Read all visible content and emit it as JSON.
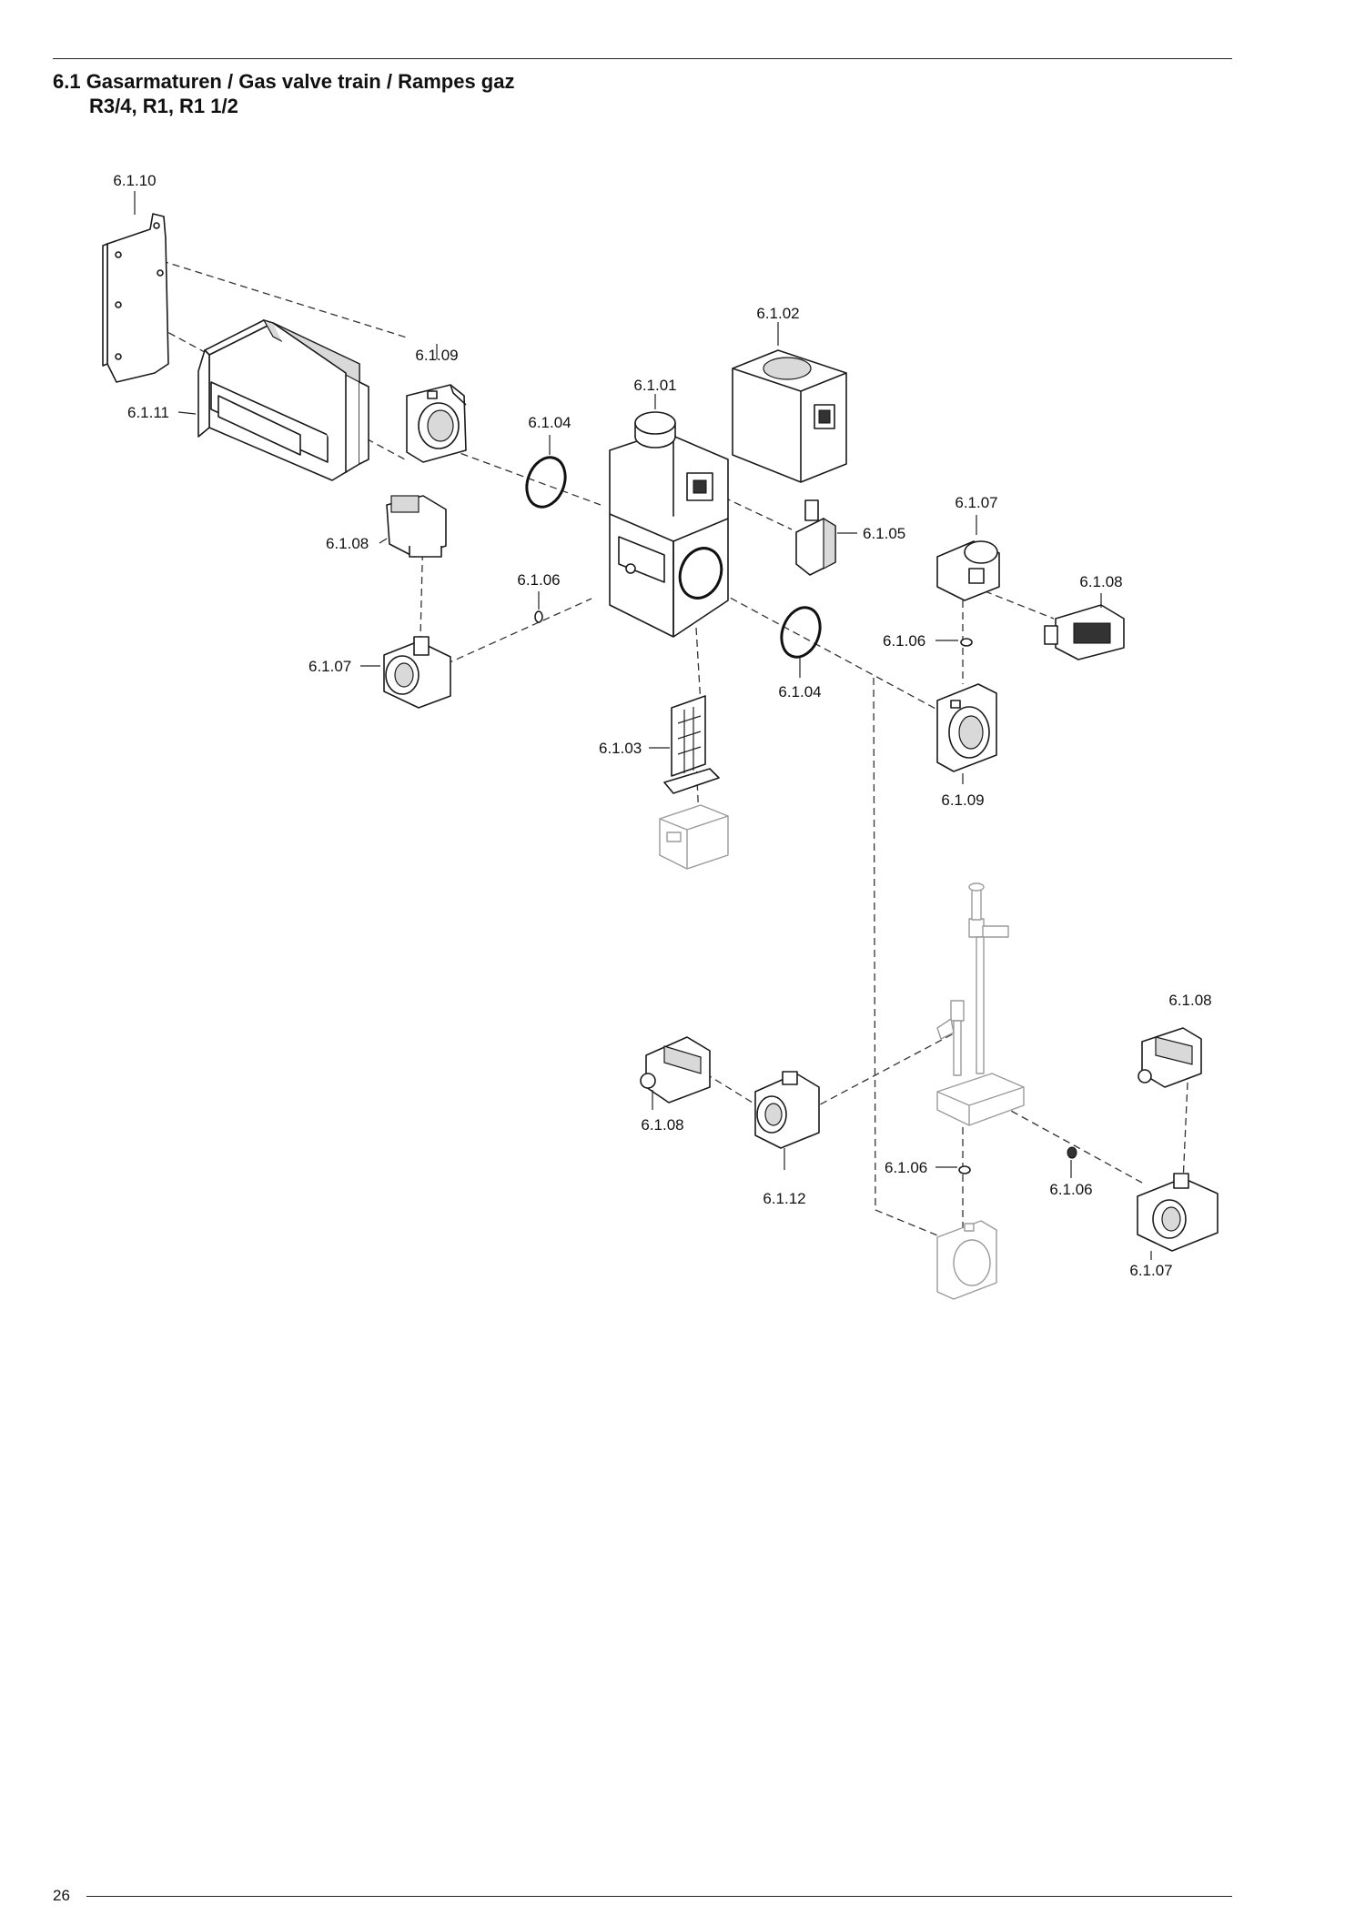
{
  "section": {
    "title_line1": "6.1 Gasarmaturen / Gas valve train / Rampes gaz",
    "title_line2": "R3/4, R1, R1 1/2"
  },
  "page_number": "26",
  "labels": {
    "l_6_1_10": "6.1.10",
    "l_6_1_11": "6.1.11",
    "l_6_1_09a": "6.1.09",
    "l_6_1_02": "6.1.02",
    "l_6_1_01": "6.1.01",
    "l_6_1_04a": "6.1.04",
    "l_6_1_08a": "6.1.08",
    "l_6_1_05": "6.1.05",
    "l_6_1_07a": "6.1.07",
    "l_6_1_06a": "6.1.06",
    "l_6_1_08b": "6.1.08",
    "l_6_1_07b": "6.1.07",
    "l_6_1_06b": "6.1.06",
    "l_6_1_04b": "6.1.04",
    "l_6_1_03": "6.1.03",
    "l_6_1_09b": "6.1.09",
    "l_6_1_08c": "6.1.08",
    "l_6_1_08d": "6.1.08",
    "l_6_1_12": "6.1.12",
    "l_6_1_06c": "6.1.06",
    "l_6_1_06d": "6.1.06",
    "l_6_1_07c": "6.1.07"
  }
}
